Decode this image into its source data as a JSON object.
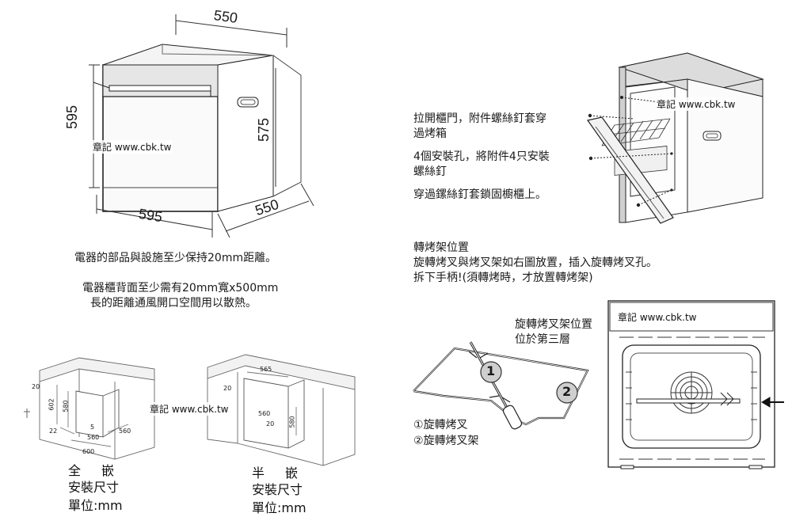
{
  "watermark": "章記 www.cbk.tw",
  "oven_dims": {
    "top_width": "550",
    "height_front": "595",
    "height_side": "575",
    "bottom_width": "595",
    "depth": "550"
  },
  "notes": {
    "line1": "電器的部品與設施至少保持20mm距離。",
    "line2": "電器櫃背面至少需有20mm寬x500mm",
    "line3": "長的距離通風開口空間用以散熱。"
  },
  "install_steps": {
    "step1_a": "拉開櫃門，附件螺絲釘套穿",
    "step1_b": "過烤箱",
    "step2_a": "4個安裝孔，將附件4只安裝",
    "step2_b": "螺絲釘",
    "step3": "穿過鏍絲釘套鎖固櫥櫃上。"
  },
  "rotisserie": {
    "title": "轉烤架位置",
    "line1": "旋轉烤叉與烤叉架如右圖放置，插入旋轉烤叉孔。",
    "line2": "拆下手柄!(須轉烤時，才放置轉烤架)",
    "rack_pos_a": "旋轉烤叉架位置",
    "rack_pos_b": "位於第三層",
    "badge1": "1",
    "badge2": "2",
    "legend1": "①旋轉烤叉",
    "legend2": "②旋轉烤叉架"
  },
  "full_builtin": {
    "caption1": "全嵌",
    "caption2": "安裝尺寸",
    "caption3": "單位:mm",
    "d20a": "20",
    "d602": "602",
    "d580": "580",
    "d22": "22",
    "d560a": "560",
    "d560b": "560",
    "d5": "5",
    "d600": "600"
  },
  "semi_builtin": {
    "caption1": "半嵌",
    "caption2": "安裝尺寸",
    "caption3": "單位:mm",
    "d565": "565",
    "d20": "20",
    "d560": "560",
    "d20b": "20",
    "d580": "580"
  }
}
